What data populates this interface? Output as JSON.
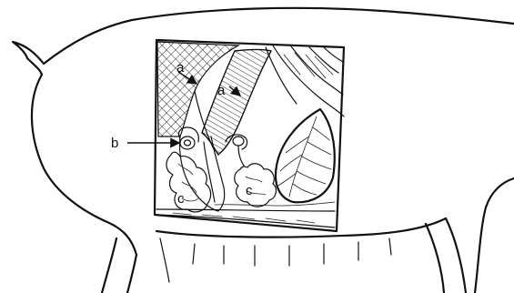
{
  "labels": {
    "a_upper": "a",
    "a_lower": "a",
    "b": "b",
    "c_left": "c",
    "c_right": "c"
  },
  "colors": {
    "ink": "#111111",
    "background": "#ffffff"
  }
}
